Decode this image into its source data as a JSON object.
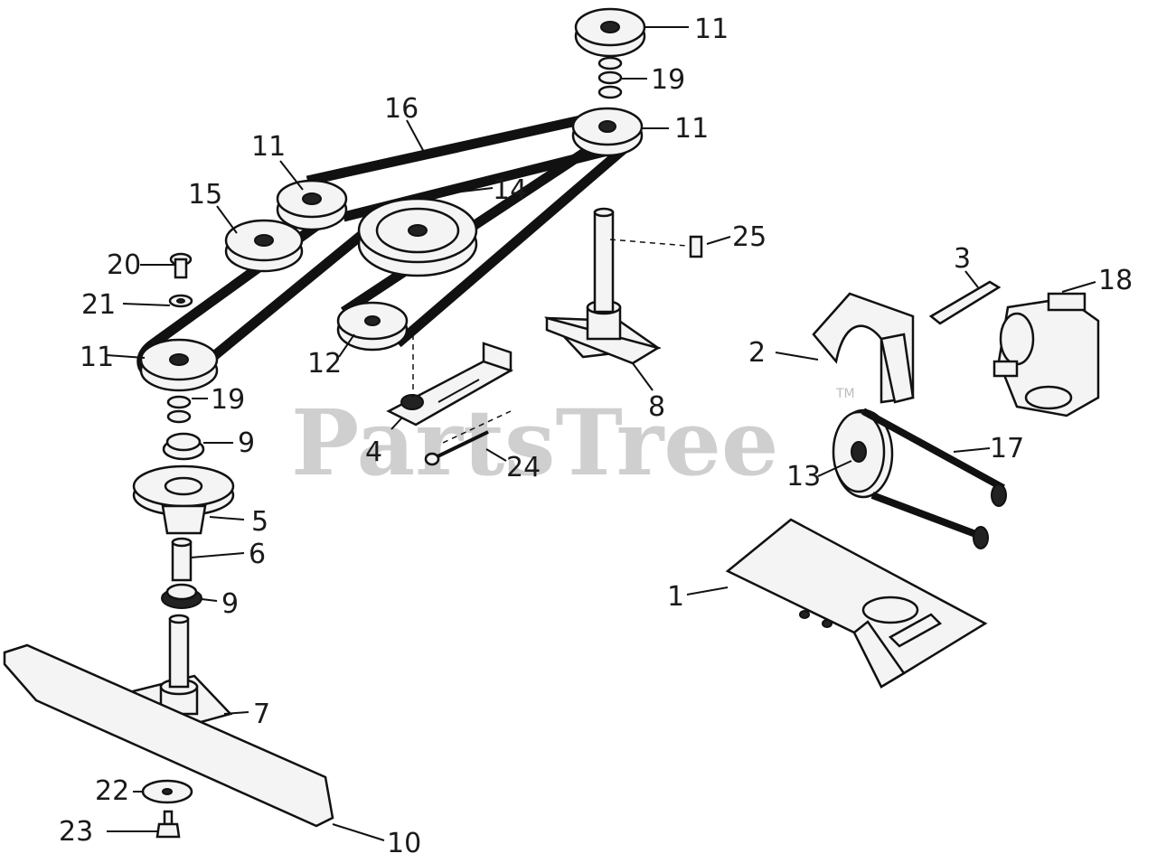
{
  "watermark": {
    "text": "PartsTree",
    "trademark": "TM"
  },
  "callouts": [
    {
      "id": "c1",
      "text": "1"
    },
    {
      "id": "c2",
      "text": "2"
    },
    {
      "id": "c3",
      "text": "3"
    },
    {
      "id": "c4",
      "text": "4"
    },
    {
      "id": "c5",
      "text": "5"
    },
    {
      "id": "c6",
      "text": "6"
    },
    {
      "id": "c7",
      "text": "7"
    },
    {
      "id": "c8",
      "text": "8"
    },
    {
      "id": "c9a",
      "text": "9"
    },
    {
      "id": "c9b",
      "text": "9"
    },
    {
      "id": "c10",
      "text": "10"
    },
    {
      "id": "c11a",
      "text": "11"
    },
    {
      "id": "c11b",
      "text": "11"
    },
    {
      "id": "c11c",
      "text": "11"
    },
    {
      "id": "c11d",
      "text": "11"
    },
    {
      "id": "c12",
      "text": "12"
    },
    {
      "id": "c13",
      "text": "13"
    },
    {
      "id": "c14",
      "text": "14"
    },
    {
      "id": "c15",
      "text": "15"
    },
    {
      "id": "c16",
      "text": "16"
    },
    {
      "id": "c17",
      "text": "17"
    },
    {
      "id": "c18",
      "text": "18"
    },
    {
      "id": "c19a",
      "text": "19"
    },
    {
      "id": "c19b",
      "text": "19"
    },
    {
      "id": "c20",
      "text": "20"
    },
    {
      "id": "c21",
      "text": "21"
    },
    {
      "id": "c22",
      "text": "22"
    },
    {
      "id": "c23",
      "text": "23"
    },
    {
      "id": "c24",
      "text": "24"
    },
    {
      "id": "c25",
      "text": "25"
    }
  ]
}
